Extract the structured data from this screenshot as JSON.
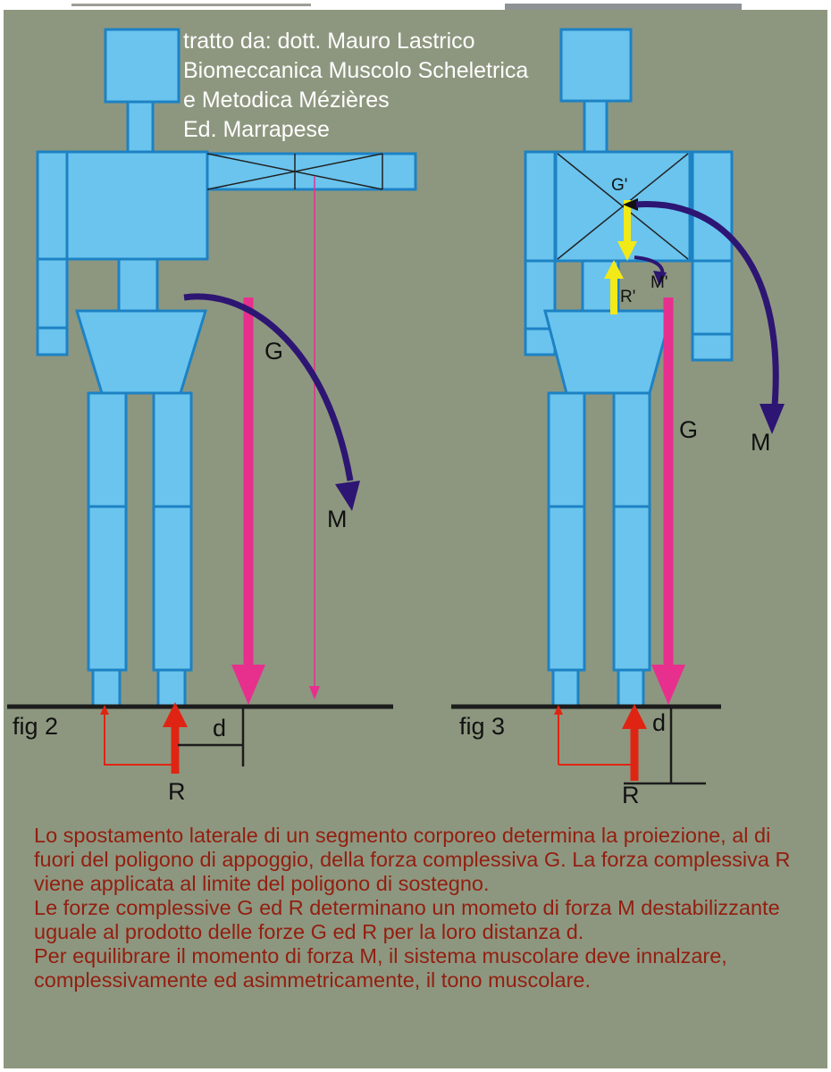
{
  "attribution": {
    "lines": [
      "tratto da: dott. Mauro Lastrico",
      "Biomeccanica Muscolo Scheletrica",
      "e Metodica Mézières",
      "Ed. Marrapese"
    ]
  },
  "figures": {
    "fig2": {
      "caption": "fig 2",
      "labels": {
        "g": "G",
        "m": "M",
        "r": "R",
        "d": "d"
      }
    },
    "fig3": {
      "caption": "fig 3",
      "labels": {
        "g": "G",
        "m": "M",
        "r": "R",
        "d": "d",
        "g_prime": "G'",
        "r_prime": "R'",
        "m_prime": "M'"
      }
    }
  },
  "body_text": {
    "paragraphs": [
      "Lo spostamento laterale di un segmento corporeo determina la proiezione, al di fuori del poligono di appoggio, della forza complessiva G. La forza complessiva R viene applicata al limite del poligono di sostegno.",
      "Le forze complessive G ed R determinano un mometo di forza M destabilizzante uguale al prodotto delle forze G ed R per la loro distanza d.",
      "Per equilibrare il momento di forza M, il sistema muscolare deve innalzare, complessivamente ed asimmetricamente, il tono muscolare."
    ]
  },
  "colors": {
    "bg": "#8d977f",
    "body-fill": "#6ac4ee",
    "body-stroke": "#1d82c4",
    "magenta": "#e72f8e",
    "red": "#e02414",
    "navy": "#2d1573",
    "yellow": "#f2e918",
    "text-red": "#931e10",
    "white": "#ffffff"
  }
}
